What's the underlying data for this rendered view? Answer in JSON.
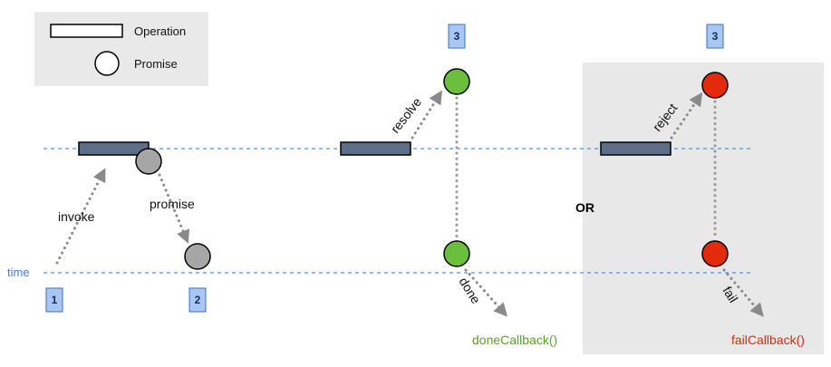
{
  "legend": {
    "operation_label": "Operation",
    "promise_label": "Promise"
  },
  "timeline": {
    "time_label": "time"
  },
  "steps": {
    "step1": "1",
    "step2": "2",
    "step3_resolve": "3",
    "step3_reject": "3"
  },
  "arrows": {
    "invoke": "invoke",
    "promise": "promise",
    "resolve": "resolve",
    "reject": "reject",
    "done": "done",
    "fail": "fail"
  },
  "separator": {
    "or_label": "OR"
  },
  "callbacks": {
    "done_callback": "doneCallback()",
    "fail_callback": "failCallback()"
  },
  "colors": {
    "promise_pending": "#a6a6a6",
    "promise_resolved": "#6cbf3c",
    "promise_rejected": "#e22a0c",
    "operation_fill": "#5d6f88",
    "timeline": "#4a90e2",
    "legend_bg": "#e9e9e9",
    "reject_panel_bg": "#e8e8e8"
  }
}
